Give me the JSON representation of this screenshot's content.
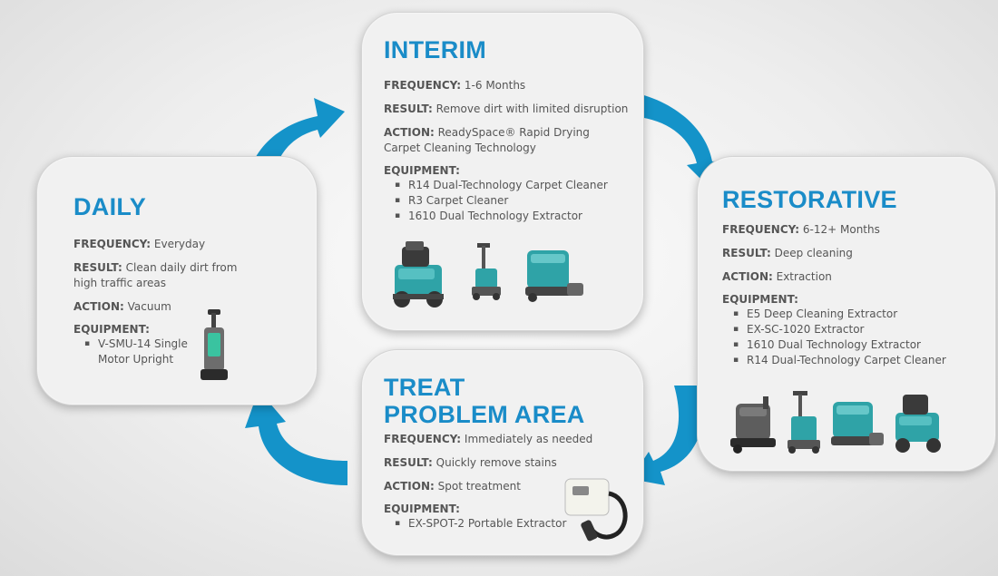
{
  "colors": {
    "accent": "#1a8cc8",
    "arrow": "#1493c9",
    "card": "#f1f1f1",
    "machine_teal": "#2fa3a7"
  },
  "labels": {
    "frequency": "FREQUENCY:",
    "result": "RESULT:",
    "action": "ACTION:",
    "equipment": "EQUIPMENT:"
  },
  "interim": {
    "title": "INTERIM",
    "frequency": "1-6 Months",
    "result": "Remove dirt with limited disruption",
    "action": "ReadySpace® Rapid Drying Carpet Cleaning Technology",
    "equipment": [
      "R14 Dual-Technology Carpet Cleaner",
      "R3 Carpet Cleaner",
      "1610 Dual Technology Extractor"
    ]
  },
  "daily": {
    "title": "DAILY",
    "frequency": "Everyday",
    "result": "Clean daily dirt from high traffic areas",
    "action": "Vacuum",
    "equipment": [
      "V-SMU-14 Single Motor Upright"
    ]
  },
  "restorative": {
    "title": "RESTORATIVE",
    "frequency": "6-12+ Months",
    "result": "Deep cleaning",
    "action": "Extraction",
    "equipment": [
      "E5 Deep Cleaning Extractor",
      "EX-SC-1020 Extractor",
      "1610 Dual Technology Extractor",
      "R14 Dual-Technology Carpet Cleaner"
    ]
  },
  "treat": {
    "title_line1": "TREAT",
    "title_line2": "PROBLEM AREA",
    "frequency": "Immediately as needed",
    "result": "Quickly remove stains",
    "action": "Spot treatment",
    "equipment": [
      "EX-SPOT-2 Portable Extractor"
    ]
  }
}
